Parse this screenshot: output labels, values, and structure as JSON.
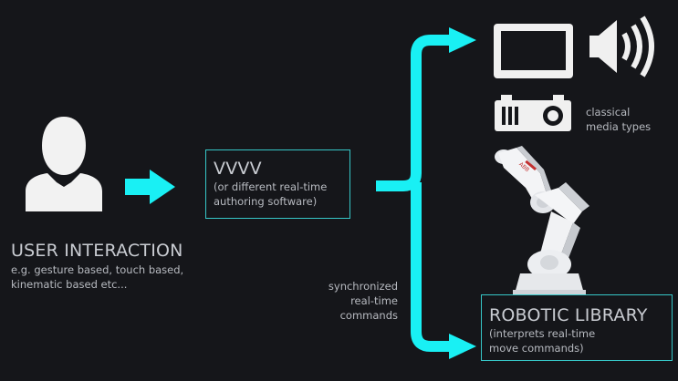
{
  "user": {
    "title": "USER INTERACTION",
    "desc_line1": "e.g. gesture based, touch based,",
    "desc_line2": "kinematic based etc..."
  },
  "software": {
    "title": "VVVV",
    "desc_line1": "(or different real-time",
    "desc_line2": "authoring software)"
  },
  "media": {
    "label_line1": "classical",
    "label_line2": "media types",
    "icons": [
      "monitor-icon",
      "speaker-icon",
      "projector-icon"
    ]
  },
  "sync": {
    "line1": "synchronized",
    "line2": "real-time",
    "line3": "commands"
  },
  "robot": {
    "title": "ROBOTIC LIBRARY",
    "desc_line1": "(interprets real-time",
    "desc_line2": "move commands)",
    "brand": "ABB"
  },
  "colors": {
    "accent": "#19f0f4",
    "box_border": "#36c7c8",
    "background": "#15161a",
    "text": "#c9ccd2",
    "icon": "#e8e8e8"
  }
}
